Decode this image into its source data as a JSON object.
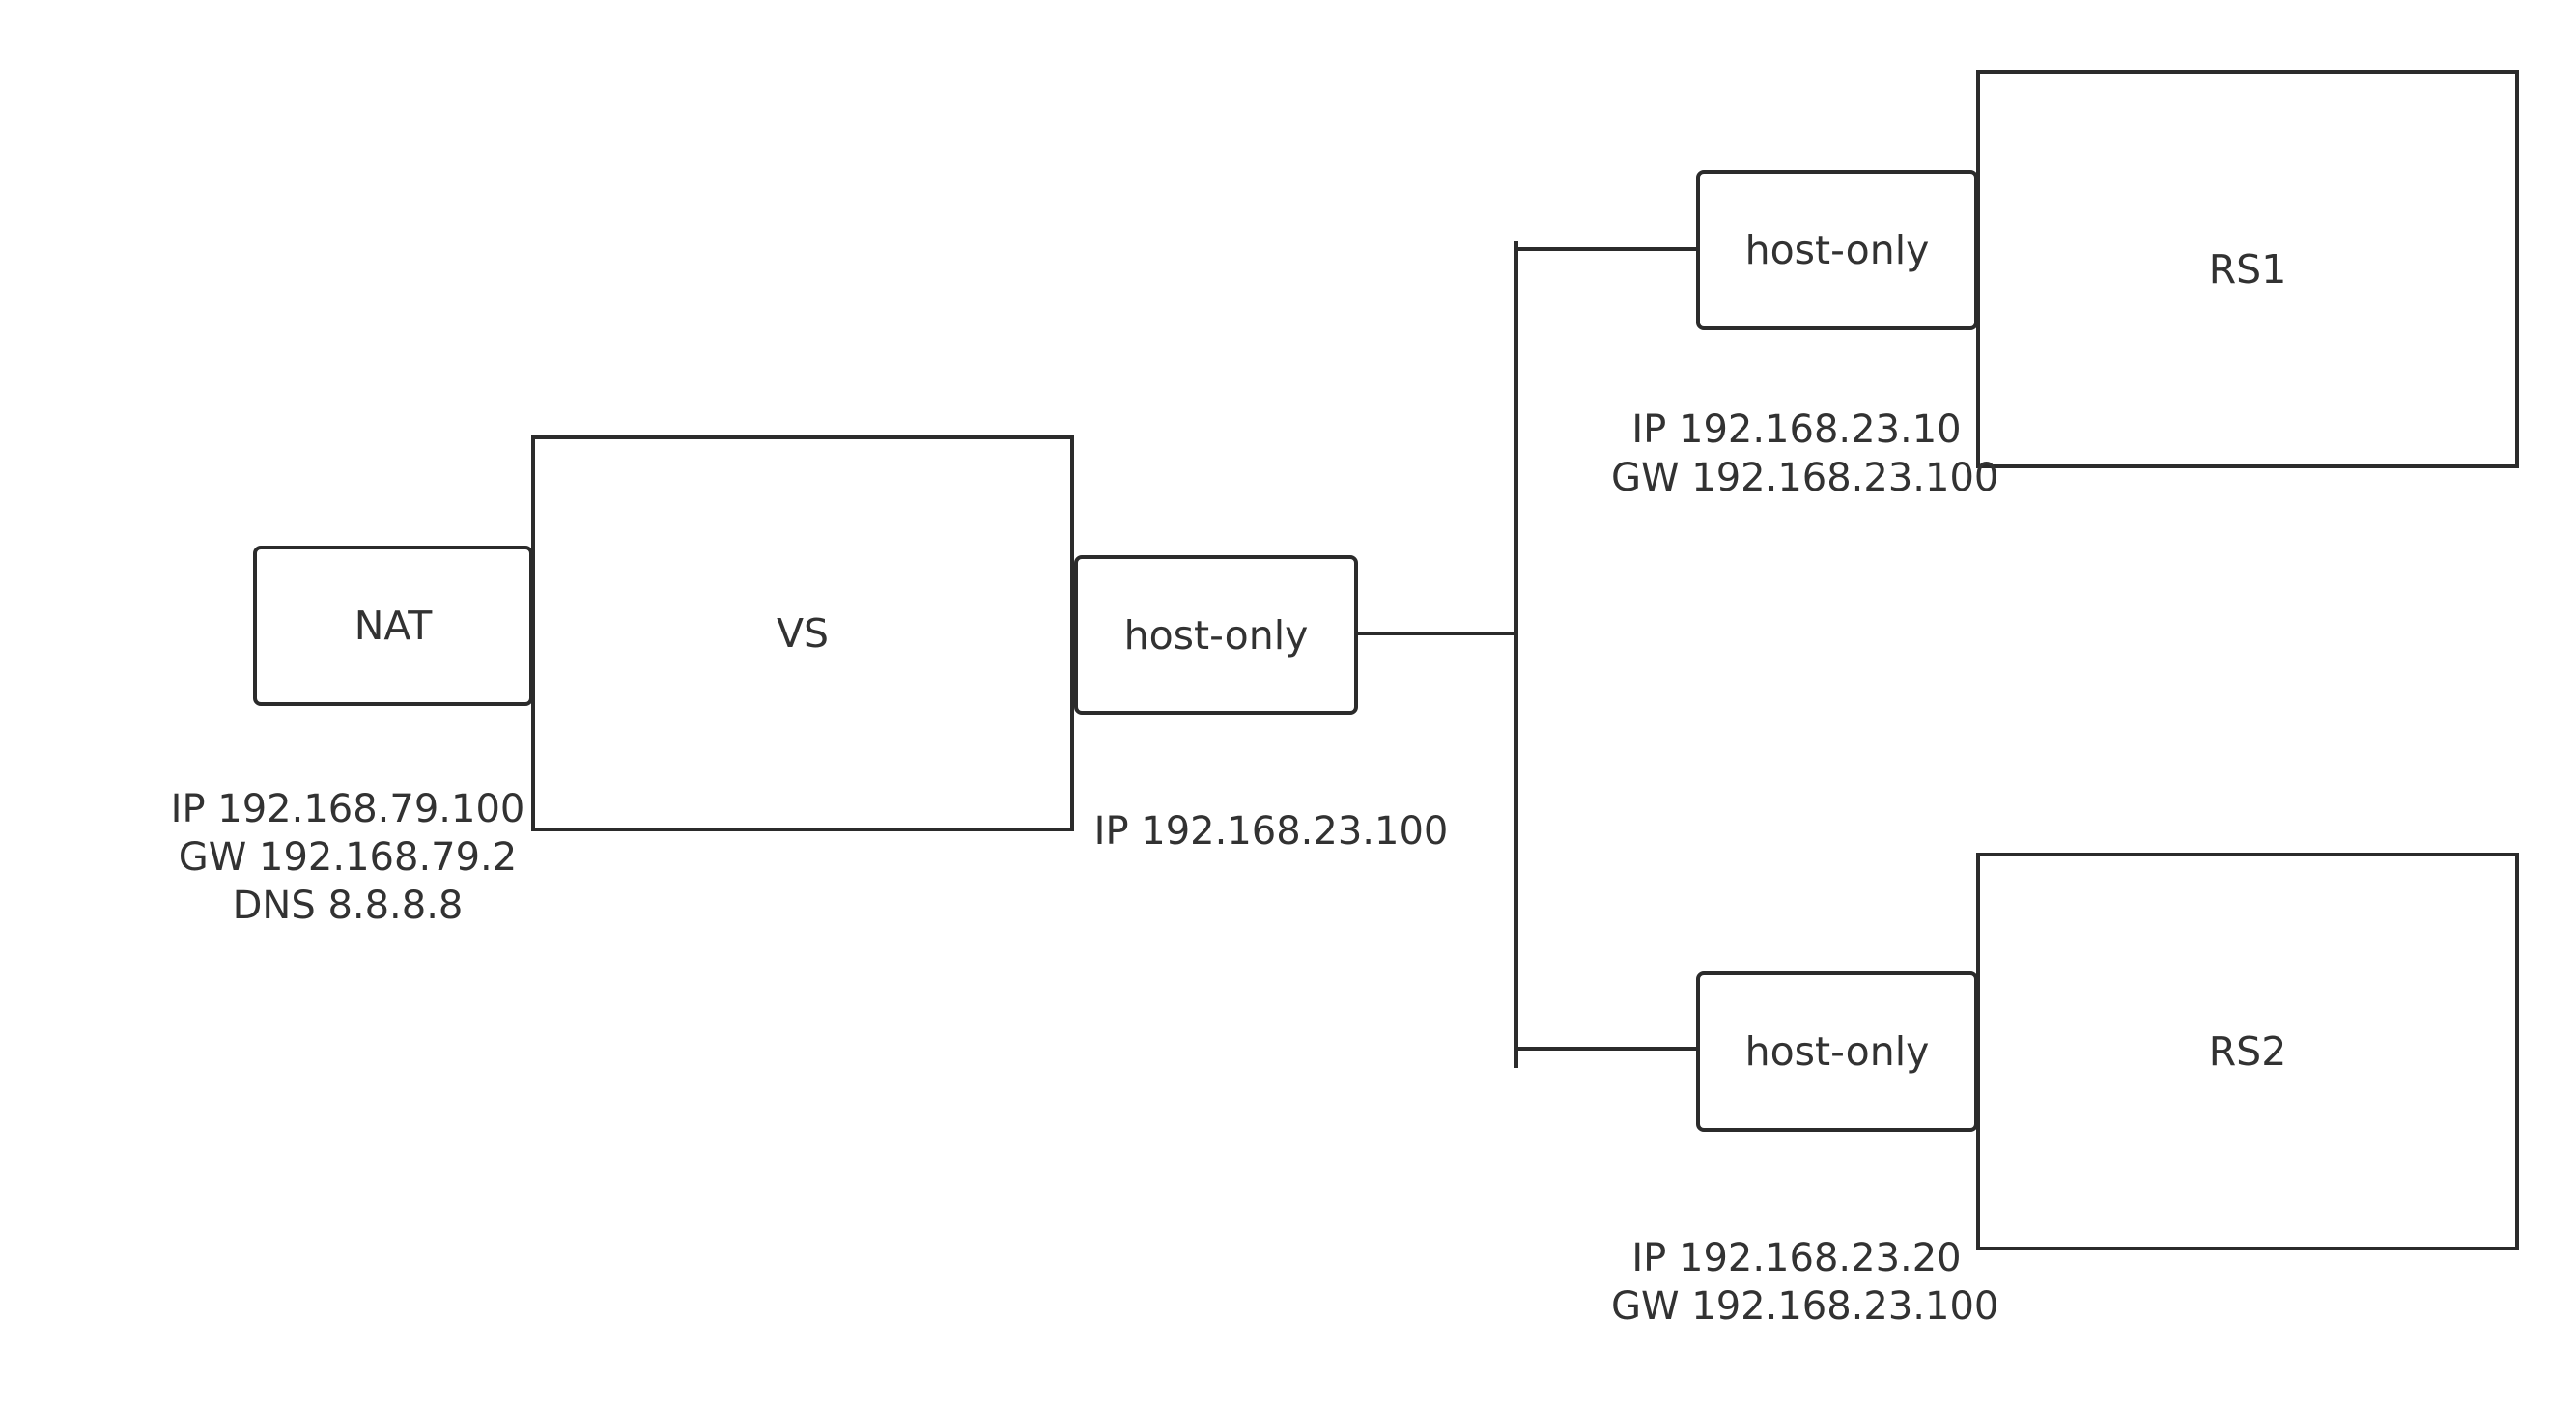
{
  "nodes": {
    "nat": "NAT",
    "vs": "VS",
    "vs_host_only": "host-only",
    "rs1_host_only": "host-only",
    "rs1": "RS1",
    "rs2_host_only": "host-only",
    "rs2": "RS2"
  },
  "labels": {
    "nat": [
      "IP 192.168.79.100",
      "GW 192.168.79.2",
      "DNS 8.8.8.8"
    ],
    "vs_host_only": [
      "IP 192.168.23.100"
    ],
    "rs1": [
      "IP 192.168.23.10",
      "GW 192.168.23.100"
    ],
    "rs2": [
      "IP 192.168.23.20",
      "GW 192.168.23.100"
    ]
  }
}
